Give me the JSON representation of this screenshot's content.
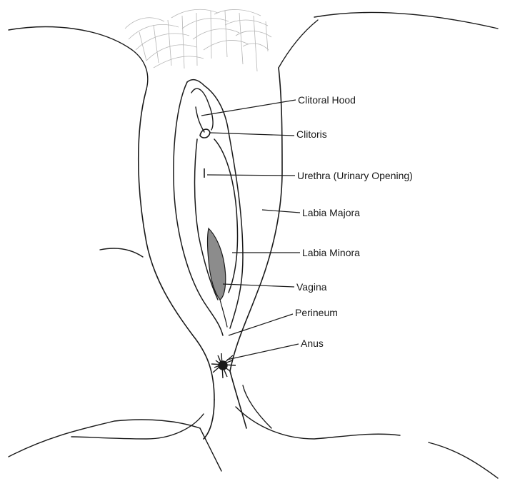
{
  "diagram": {
    "labels": [
      {
        "id": "clitoral-hood",
        "text": "Clitoral Hood"
      },
      {
        "id": "clitoris",
        "text": "Clitoris"
      },
      {
        "id": "urethra",
        "text": "Urethra (Urinary Opening)"
      },
      {
        "id": "labia-majora",
        "text": "Labia Majora"
      },
      {
        "id": "labia-minora",
        "text": "Labia Minora"
      },
      {
        "id": "vagina",
        "text": "Vagina"
      },
      {
        "id": "perineum",
        "text": "Perineum"
      },
      {
        "id": "anus",
        "text": "Anus"
      }
    ],
    "colors": {
      "ink": "#1a1a1a",
      "shading": "#8c8c8c",
      "hair": "#b5b5b5",
      "background": "#ffffff"
    }
  }
}
